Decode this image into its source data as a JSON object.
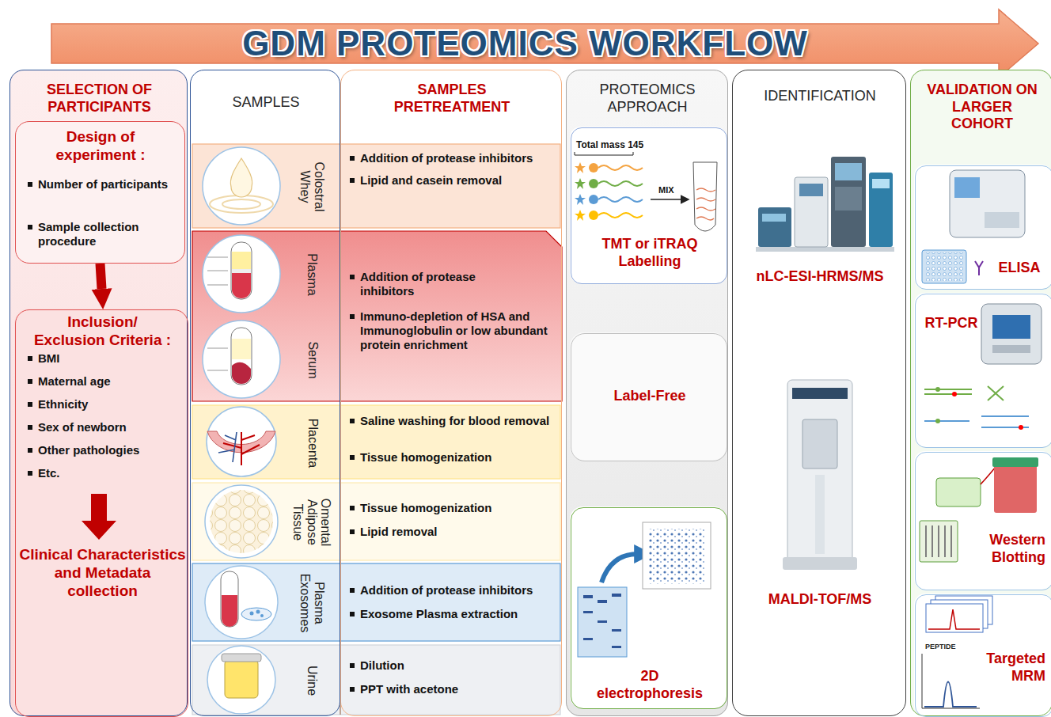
{
  "diagram": {
    "title": "GDM PROTEOMICS WORKFLOW",
    "nodes": [
      {
        "text": [
          "SELECTION OF PARTICIPANTS"
        ]
      },
      {
        "text": [
          "Design of experiment :",
          "Number of participants",
          "Sample collection procedure"
        ],
        "in": 0
      },
      {
        "text": [
          "Inclusion/ Exclusion Criteria :",
          "BMI",
          "Maternal age",
          "Ethnicity",
          "Sex of newborn",
          "Other pathologies",
          "Etc.",
          "Clinical Characteristics and Metadata collection"
        ],
        "in": 0
      },
      {
        "text": [
          "SAMPLES"
        ]
      },
      {
        "text": [
          "Colostral Whey"
        ],
        "in": 3
      },
      {
        "text": [
          "Plasma"
        ],
        "in": 3
      },
      {
        "text": [
          "Serum"
        ],
        "in": 3
      },
      {
        "text": [
          "Placenta"
        ],
        "in": 3
      },
      {
        "text": [
          "Omental Adipose Tissue"
        ],
        "in": 3
      },
      {
        "text": [
          "Plasma Exosomes"
        ],
        "in": 3
      },
      {
        "text": [
          "Urine"
        ],
        "in": 3
      },
      {
        "text": [
          "SAMPLES PRETREATMENT"
        ]
      },
      {
        "text": [
          "Addition of protease inhibitors",
          "Lipid and casein removal"
        ],
        "in": 11
      },
      {
        "text": [
          "Addition of protease inhibitors",
          "Immuno-depletion of HSA and Immunoglobulin or low abundant protein enrichment"
        ],
        "in": 11
      },
      {
        "text": [
          "Saline washing for blood removal",
          "Tissue homogenization"
        ],
        "in": 11
      },
      {
        "text": [
          "Tissue homogenization",
          "Lipid removal"
        ],
        "in": 11
      },
      {
        "text": [
          "Addition of protease inhibitors",
          "Exosome Plasma extraction"
        ],
        "in": 11
      },
      {
        "text": [
          "Dilution",
          "PPT with acetone"
        ],
        "in": 11
      },
      {
        "text": [
          "PROTEOMICS APPROACH"
        ]
      },
      {
        "text": [
          "Total mass 145",
          "MIX",
          "TMT or iTRAQ Labelling"
        ],
        "in": 18
      },
      {
        "text": [
          "Label-Free"
        ],
        "in": 18
      },
      {
        "text": [
          "2D electrophoresis"
        ],
        "in": 18
      },
      {
        "text": [
          "IDENTIFICATION",
          "nLC-ESI-HRMS/MS",
          "MALDI-TOF/MS"
        ]
      },
      {
        "text": [
          "VALIDATION ON LARGER COHORT"
        ]
      },
      {
        "text": [
          "ELISA"
        ],
        "in": 23
      },
      {
        "text": [
          "RT-PCR"
        ],
        "in": 23
      },
      {
        "text": [
          "Western Blotting"
        ],
        "in": 23
      },
      {
        "text": [
          "PEPTIDE",
          "Targeted MRM"
        ],
        "in": 23
      }
    ],
    "edges": [
      {
        "from": 1,
        "to": 2,
        "arrow": "to"
      }
    ]
  }
}
